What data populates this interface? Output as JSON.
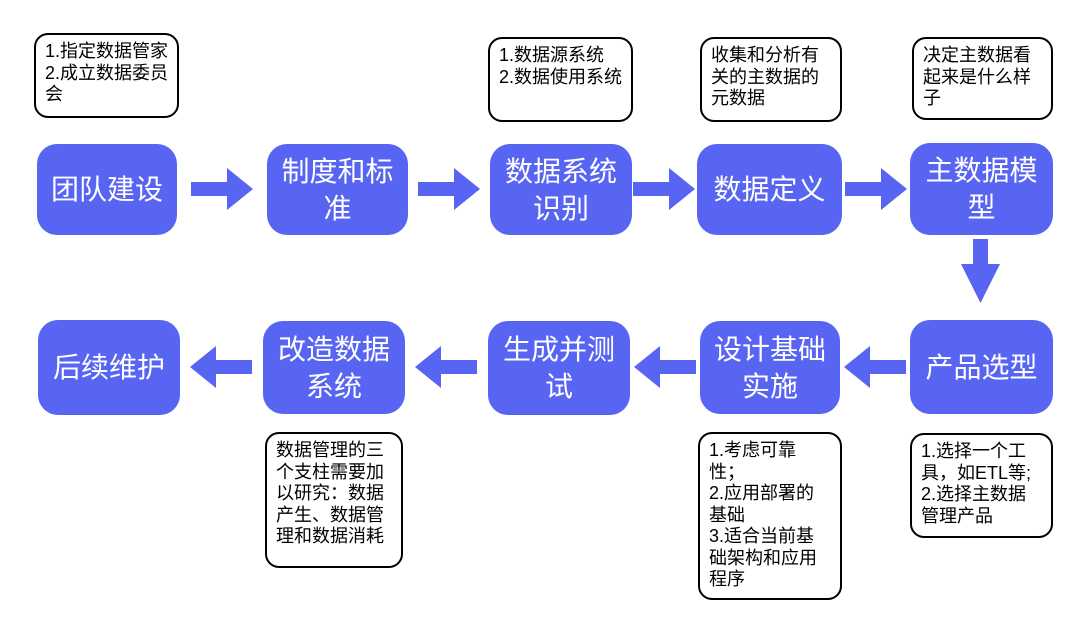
{
  "colors": {
    "accent": "#5865F2",
    "note_border": "#000000",
    "note_text": "#000000",
    "step_text": "#FFFFFF",
    "background": "#FFFFFF"
  },
  "steps": {
    "team_building": "团队建设",
    "standards": "制度和标准",
    "system_identification": "数据系统识别",
    "data_definition": "数据定义",
    "master_data_model": "主数据模型",
    "product_selection": "产品选型",
    "infrastructure_design": "设计基础实施",
    "build_and_test": "生成并测试",
    "transform_systems": "改造数据系统",
    "maintenance": "后续维护"
  },
  "notes": {
    "team_building": {
      "lines": [
        "1.指定数据管家",
        "2.成立数据委员会"
      ]
    },
    "system_identification": {
      "lines": [
        "1.数据源系统",
        "2.数据使用系统"
      ]
    },
    "data_definition": {
      "lines": [
        "收集和分析有关的主数据的元数据"
      ]
    },
    "master_data_model": {
      "lines": [
        "决定主数据看起来是什么样子"
      ]
    },
    "product_selection": {
      "lines": [
        "1.选择一个工具，如ETL等;",
        "2.选择主数据管理产品"
      ]
    },
    "infrastructure_design": {
      "lines": [
        "1.考虑可靠性；",
        "2.应用部署的基础",
        "3.适合当前基础架构和应用程序"
      ]
    },
    "transform_systems": {
      "lines": [
        "数据管理的三个支柱需要加以研究：数据产生、数据管理和数据消耗"
      ]
    }
  }
}
